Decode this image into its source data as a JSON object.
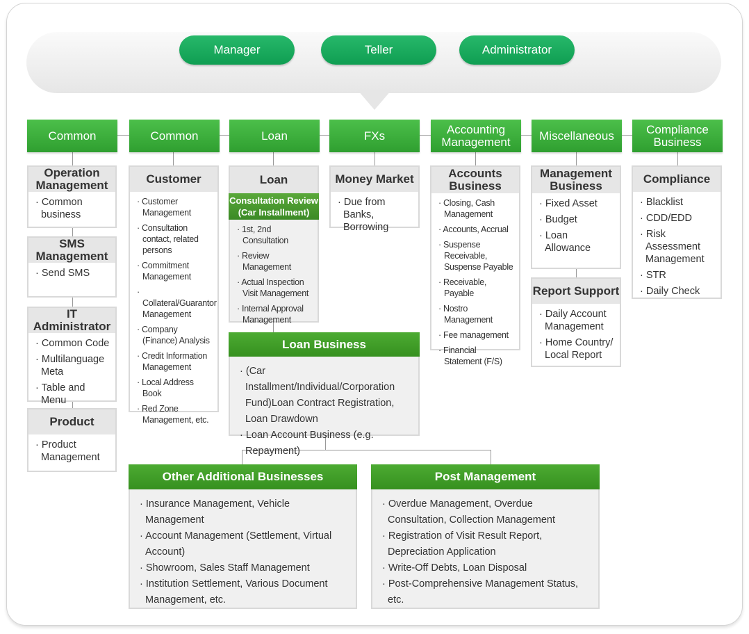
{
  "roles": [
    "Manager",
    "Teller",
    "Administrator"
  ],
  "categories": [
    "Common",
    "Common",
    "Loan",
    "FXs",
    "Accounting Management",
    "Miscellaneous",
    "Compliance Business"
  ],
  "col1": {
    "operation": {
      "title": "Operation Management",
      "items": [
        "Common business"
      ]
    },
    "sms": {
      "title": "SMS Management",
      "items": [
        "Send SMS"
      ]
    },
    "it": {
      "title": "IT Administrator",
      "items": [
        "Common Code",
        "Multilanguage Meta",
        "Table and Menu"
      ]
    },
    "product": {
      "title": "Product",
      "items": [
        "Product Management"
      ]
    }
  },
  "col2": {
    "customer": {
      "title": "Customer",
      "items": [
        "Customer Management",
        "Consultation contact, related persons",
        "Commitment Management",
        "Collateral/Guarantor Management",
        "Company (Finance) Analysis",
        "Credit Information Management",
        "Local Address Book",
        "Red Zone Management, etc."
      ]
    }
  },
  "col3": {
    "loan": {
      "title": "Loan",
      "subtitle": "Consultation Review (Car Installment)",
      "items": [
        "1st, 2nd Consultation",
        "Review Management",
        "Actual Inspection Visit Management",
        "Internal Approval Management"
      ]
    }
  },
  "col4": {
    "money": {
      "title": "Money Market",
      "items": [
        "Due from Banks, Borrowing"
      ]
    }
  },
  "col5": {
    "accounts": {
      "title": "Accounts Business",
      "items": [
        "Closing, Cash Management",
        "Accounts, Accrual",
        "Suspense Receivable, Suspense Payable",
        "Receivable, Payable",
        "Nostro Management",
        "Fee management",
        "Financial Statement (F/S)"
      ]
    }
  },
  "col6": {
    "mgmt": {
      "title": "Management Business",
      "items": [
        "Fixed Asset",
        "Budget",
        "Loan Allowance"
      ]
    },
    "report": {
      "title": "Report Support",
      "items": [
        "Daily Account Management",
        "Home Country/ Local Report"
      ]
    }
  },
  "col7": {
    "compliance": {
      "title": "Compliance",
      "items": [
        "Blacklist",
        "CDD/EDD",
        "Risk Assessment Management",
        "STR",
        "Daily Check"
      ]
    }
  },
  "loan_business": {
    "title": "Loan Business",
    "items": [
      "(Car Installment/Individual/Corporation Fund)Loan Contract Registration, Loan Drawdown",
      "Loan Account Business (e.g. Repayment)"
    ]
  },
  "other": {
    "title": "Other Additional Businesses",
    "items": [
      "Insurance Management, Vehicle Management",
      "Account Management (Settlement, Virtual Account)",
      "Showroom, Sales Staff Management",
      "Institution Settlement, Various Document Management, etc."
    ]
  },
  "post": {
    "title": "Post Management",
    "items": [
      "Overdue Management, Overdue Consultation, Collection Management",
      "Registration of Visit Result Report, Depreciation Application",
      "Write-Off Debts, Loan Disposal",
      "Post-Comprehensive Management Status, etc."
    ]
  }
}
